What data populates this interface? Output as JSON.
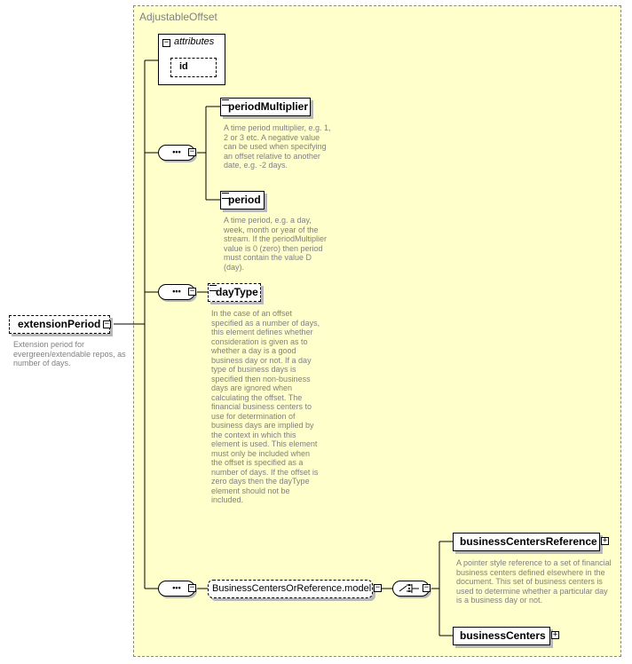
{
  "diagram": {
    "type_title": "AdjustableOffset",
    "attributes_label": "attributes",
    "attribute_id": "id",
    "root": {
      "name": "extensionPeriod",
      "description": "Extension period for evergreen/extendable repos, as number of days."
    },
    "period_multiplier": {
      "name": "periodMultiplier",
      "description": "A time period multiplier, e.g. 1, 2 or 3 etc. A negative value can be used when specifying an offset relative to another date, e.g. -2 days."
    },
    "period": {
      "name": "period",
      "description": "A time period, e.g. a day, week, month or year of the stream. If the periodMultiplier value is 0 (zero) then period must contain the value D (day)."
    },
    "day_type": {
      "name": "dayType",
      "description": "In the case of an offset specified as a number of days, this element defines whether consideration is given as to whether a day is a good business day or not. If a day type of business days is specified then non-business days are ignored when calculating the offset. The financial business centers to use for determination of business days are implied by the context in which this element is used. This element must only be included when the offset is specified as a number of days. If the offset is zero days then the dayType element should not be included."
    },
    "model": {
      "name": "BusinessCentersOrReference.model"
    },
    "bc_reference": {
      "name": "businessCentersReference",
      "description": "A pointer style reference to a set of financial business centers defined elsewhere in the document. This set of business centers is used to determine whether a particular day is a business day or not."
    },
    "business_centers": {
      "name": "businessCenters"
    },
    "symbols": {
      "expand_minus": "−",
      "expand_plus": "+",
      "sequence_dots": "•••"
    }
  }
}
